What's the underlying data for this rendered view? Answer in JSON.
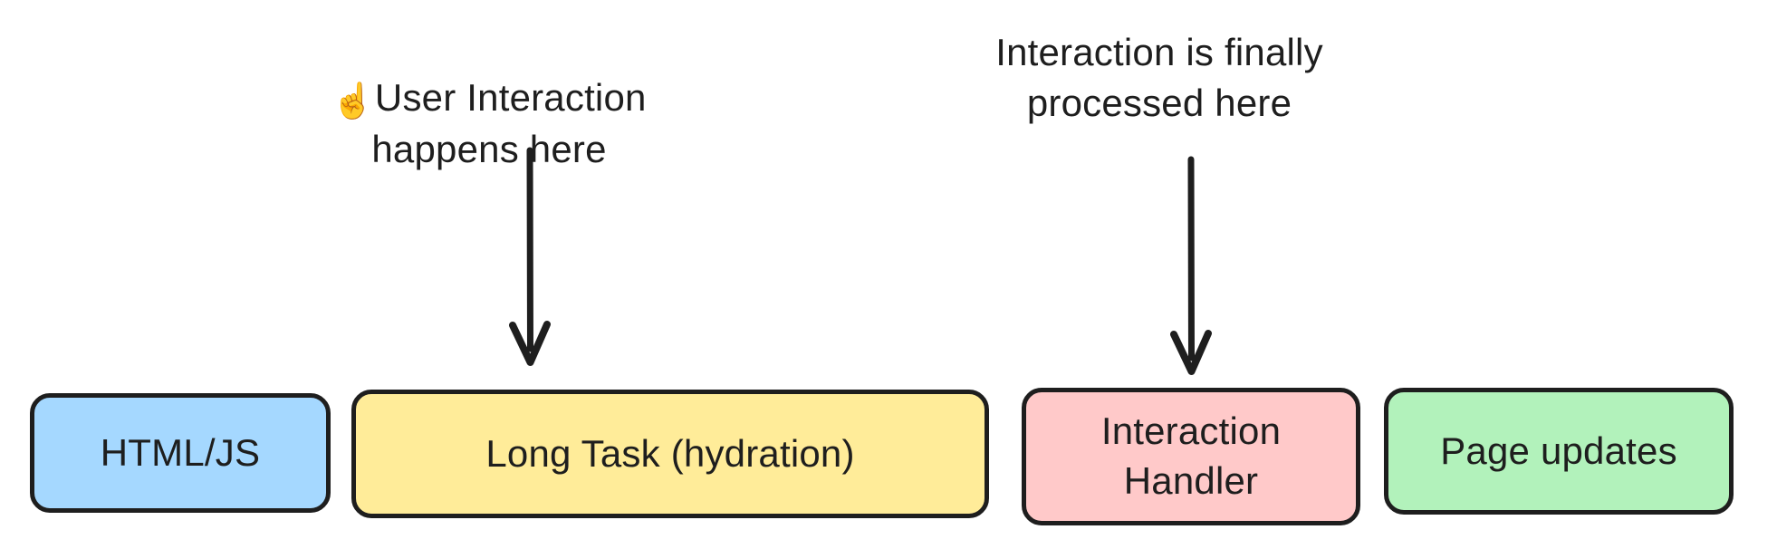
{
  "diagram": {
    "title": "Long task blocks interaction handling timeline",
    "background": "#ffffff",
    "stroke_color": "#1e1e1e",
    "annotations": [
      {
        "id": "user-interaction",
        "emoji": "☝️",
        "emoji_name": "index-pointing-up-emoji",
        "text": "User Interaction\nhappens here",
        "color": "#1e1e1e"
      },
      {
        "id": "processed",
        "text": "Interaction is finally\nprocessed here",
        "color": "#1e1e1e"
      }
    ],
    "arrows": [
      {
        "id": "arrow-to-long-task",
        "from": "user-interaction-label",
        "to": "long-task-box",
        "direction": "down"
      },
      {
        "id": "arrow-to-handler",
        "from": "processed-label",
        "to": "interaction-handler-box",
        "direction": "down"
      }
    ],
    "nodes": [
      {
        "id": "html-js",
        "label": "HTML/JS",
        "fill": "#a5d8ff"
      },
      {
        "id": "long-task",
        "label": "Long Task (hydration)",
        "fill": "#ffec99"
      },
      {
        "id": "interaction-handler",
        "label": "Interaction\nHandler",
        "fill": "#ffc9c9"
      },
      {
        "id": "page-updates",
        "label": "Page updates",
        "fill": "#b2f2bb"
      }
    ]
  }
}
